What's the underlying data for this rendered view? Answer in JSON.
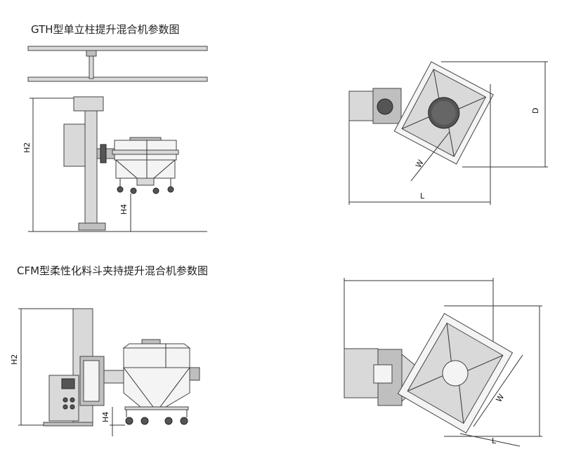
{
  "titles": {
    "gth": "GTH型单立柱提升混合机参数图",
    "cfm": "CFM型柔性化料斗夹持提升混合机参数图"
  },
  "dimensions": {
    "gth_side_h2": "H2",
    "gth_side_h4": "H4",
    "gth_top_d": "D",
    "gth_top_w": "W",
    "gth_top_l": "L",
    "cfm_side_h2": "H2",
    "cfm_side_h4": "H4",
    "cfm_top_w": "W",
    "cfm_top_l": "L"
  }
}
